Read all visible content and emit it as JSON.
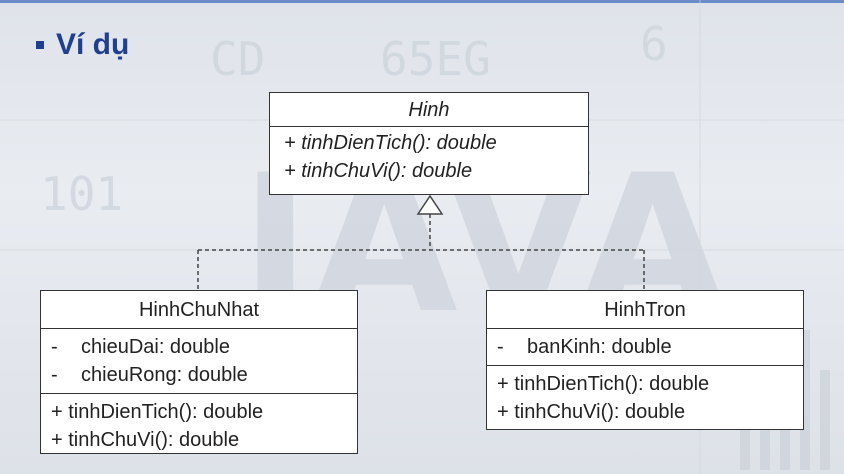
{
  "slide": {
    "title": "Ví dụ"
  },
  "classes": {
    "hinh": {
      "name": "Hinh",
      "methods": [
        "+ tinhDienTich(): double",
        "+ tinhChuVi(): double"
      ]
    },
    "hinhChuNhat": {
      "name": "HinhChuNhat",
      "attributes": [
        {
          "vis": "-",
          "text": "chieuDai: double"
        },
        {
          "vis": "-",
          "text": "chieuRong: double"
        }
      ],
      "methods": [
        "+ tinhDienTich(): double",
        "+ tinhChuVi(): double"
      ]
    },
    "hinhTron": {
      "name": "HinhTron",
      "attributes": [
        {
          "vis": "-",
          "text": "banKinh: double"
        }
      ],
      "methods": [
        "+ tinhDienTich(): double",
        "+ tinhChuVi(): double"
      ]
    }
  }
}
